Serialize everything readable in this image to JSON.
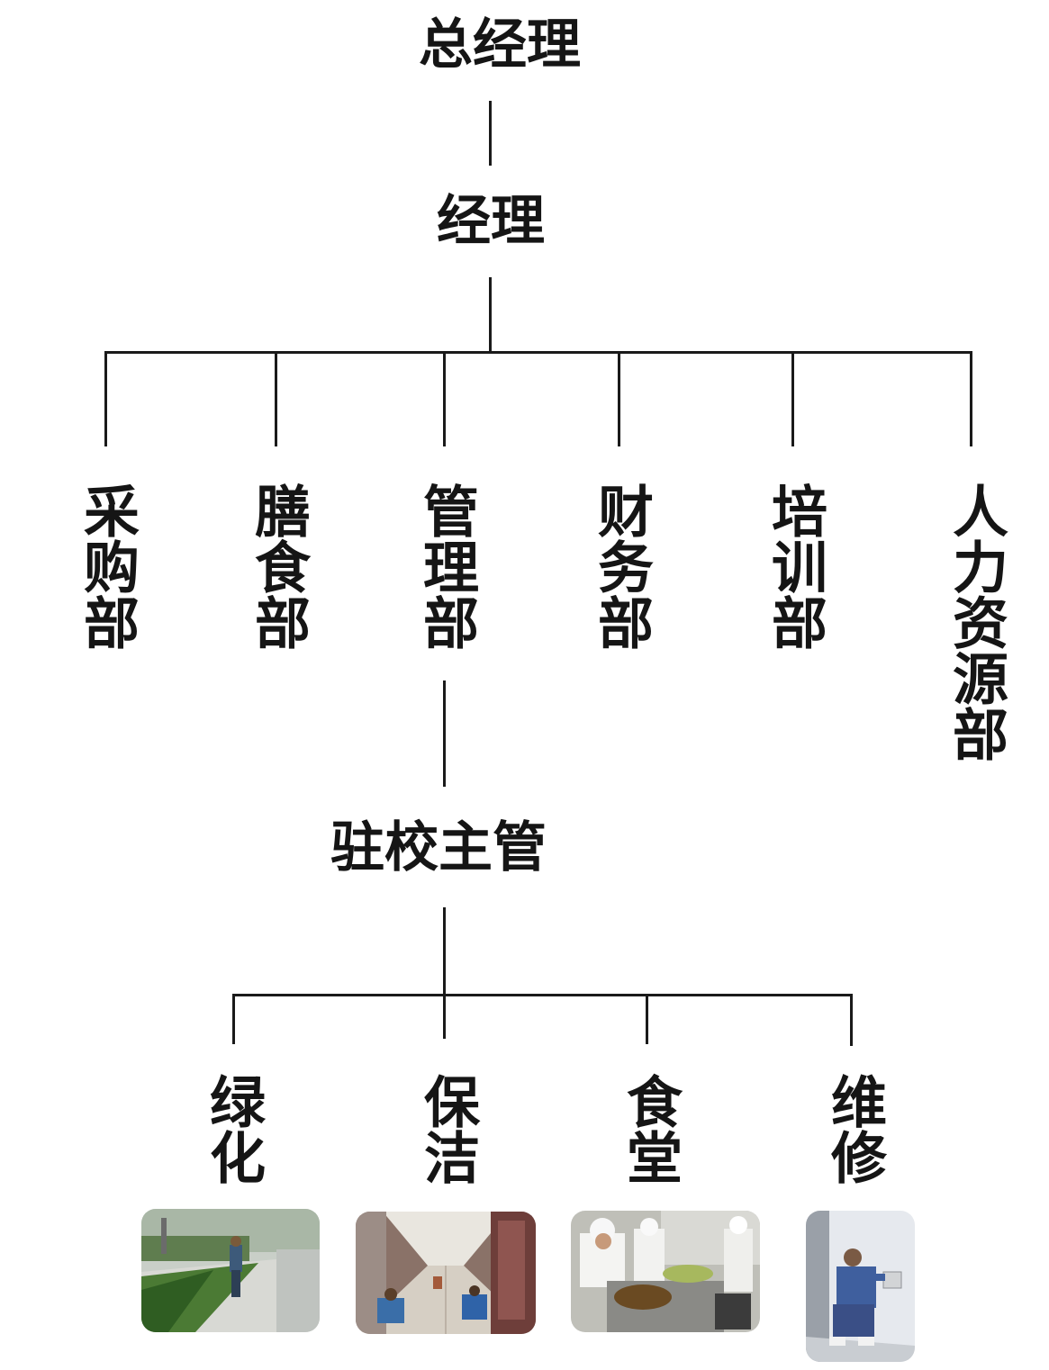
{
  "root": {
    "label": "总经理"
  },
  "manager": {
    "label": "经理"
  },
  "departments": [
    {
      "label": "采购部"
    },
    {
      "label": "膳食部"
    },
    {
      "label": "管理部"
    },
    {
      "label": "财务部"
    },
    {
      "label": "培训部"
    },
    {
      "label": "人力资源部"
    }
  ],
  "supervisor": {
    "label": "驻校主管"
  },
  "services": [
    {
      "label": "绿化"
    },
    {
      "label": "保洁"
    },
    {
      "label": "食堂"
    },
    {
      "label": "维修"
    }
  ],
  "colors": {
    "line": "#1a1a1a",
    "text": "#151515",
    "background": "#ffffff"
  }
}
